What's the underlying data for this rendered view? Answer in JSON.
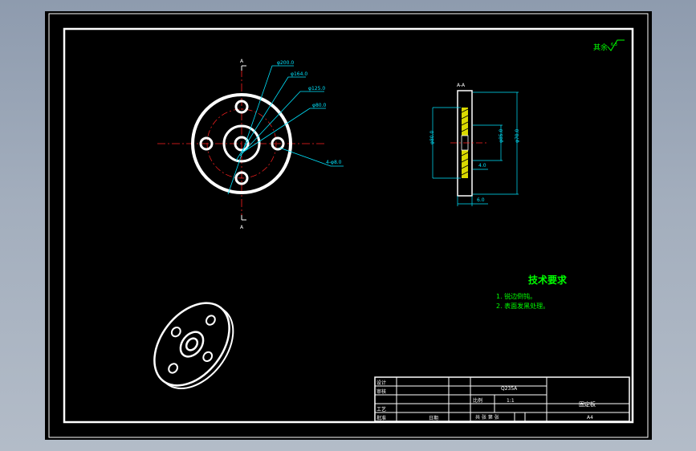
{
  "roughness": {
    "label": "其余",
    "value": "6.3"
  },
  "section_marks": {
    "top": "A",
    "bottom": "A",
    "view_title": "A-A"
  },
  "front_dims": {
    "d1": "φ200.0",
    "d2": "φ164.0",
    "d3": "φ125.0",
    "d4": "φ80.0",
    "holes": "4-φ8.0"
  },
  "side_dims": {
    "left": "φ80.0",
    "mid": "φ85.0",
    "outer": "φ70.0",
    "step": "4.0",
    "thickness": "6.0"
  },
  "tech": {
    "title": "技术要求",
    "items": [
      "1. 锐边倒钝。",
      "2. 表面发黑处理。"
    ]
  },
  "title_block": {
    "material": "Q235A",
    "scale_label": "比例",
    "scale": "1:1",
    "part_name": "固定板",
    "sheet_size": "A4",
    "sheet_text": "共  张  第  张",
    "role1": "设计",
    "role2": "审核",
    "role3": "工艺",
    "role4": "批准",
    "date_label": "日期"
  },
  "colors": {
    "line": "#ffffff",
    "dim": "#00e5ff",
    "center": "#ff2020",
    "green": "#00ff00",
    "yellow": "#ffff00"
  }
}
